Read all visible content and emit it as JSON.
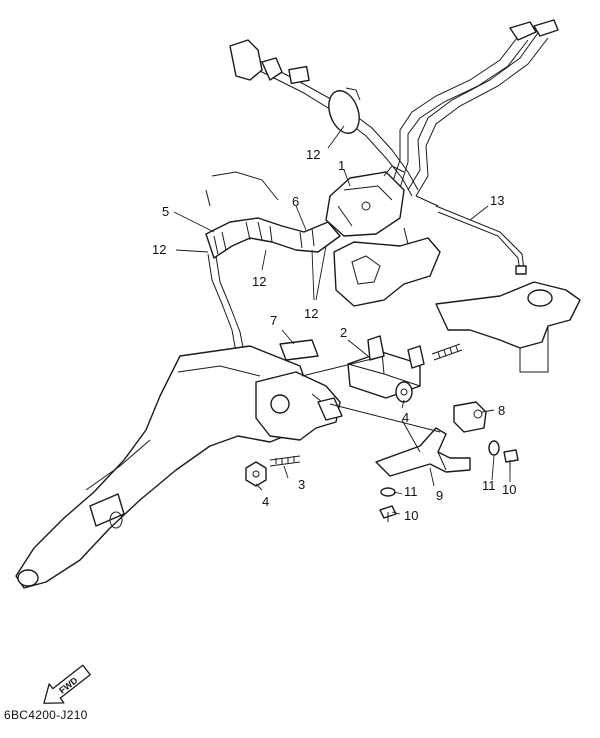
{
  "diagram": {
    "code": "6BC4200-J210",
    "fwd_label": "FWD",
    "callouts": {
      "c1": "1",
      "c2": "2",
      "c3": "3",
      "c4a": "4",
      "c4b": "4",
      "c5": "5",
      "c6": "6",
      "c7": "7",
      "c8": "8",
      "c9": "9",
      "c10a": "10",
      "c10b": "10",
      "c11a": "11",
      "c11b": "11",
      "c12a": "12",
      "c12b": "12",
      "c12c": "12",
      "c12d": "12",
      "c13": "13"
    }
  }
}
